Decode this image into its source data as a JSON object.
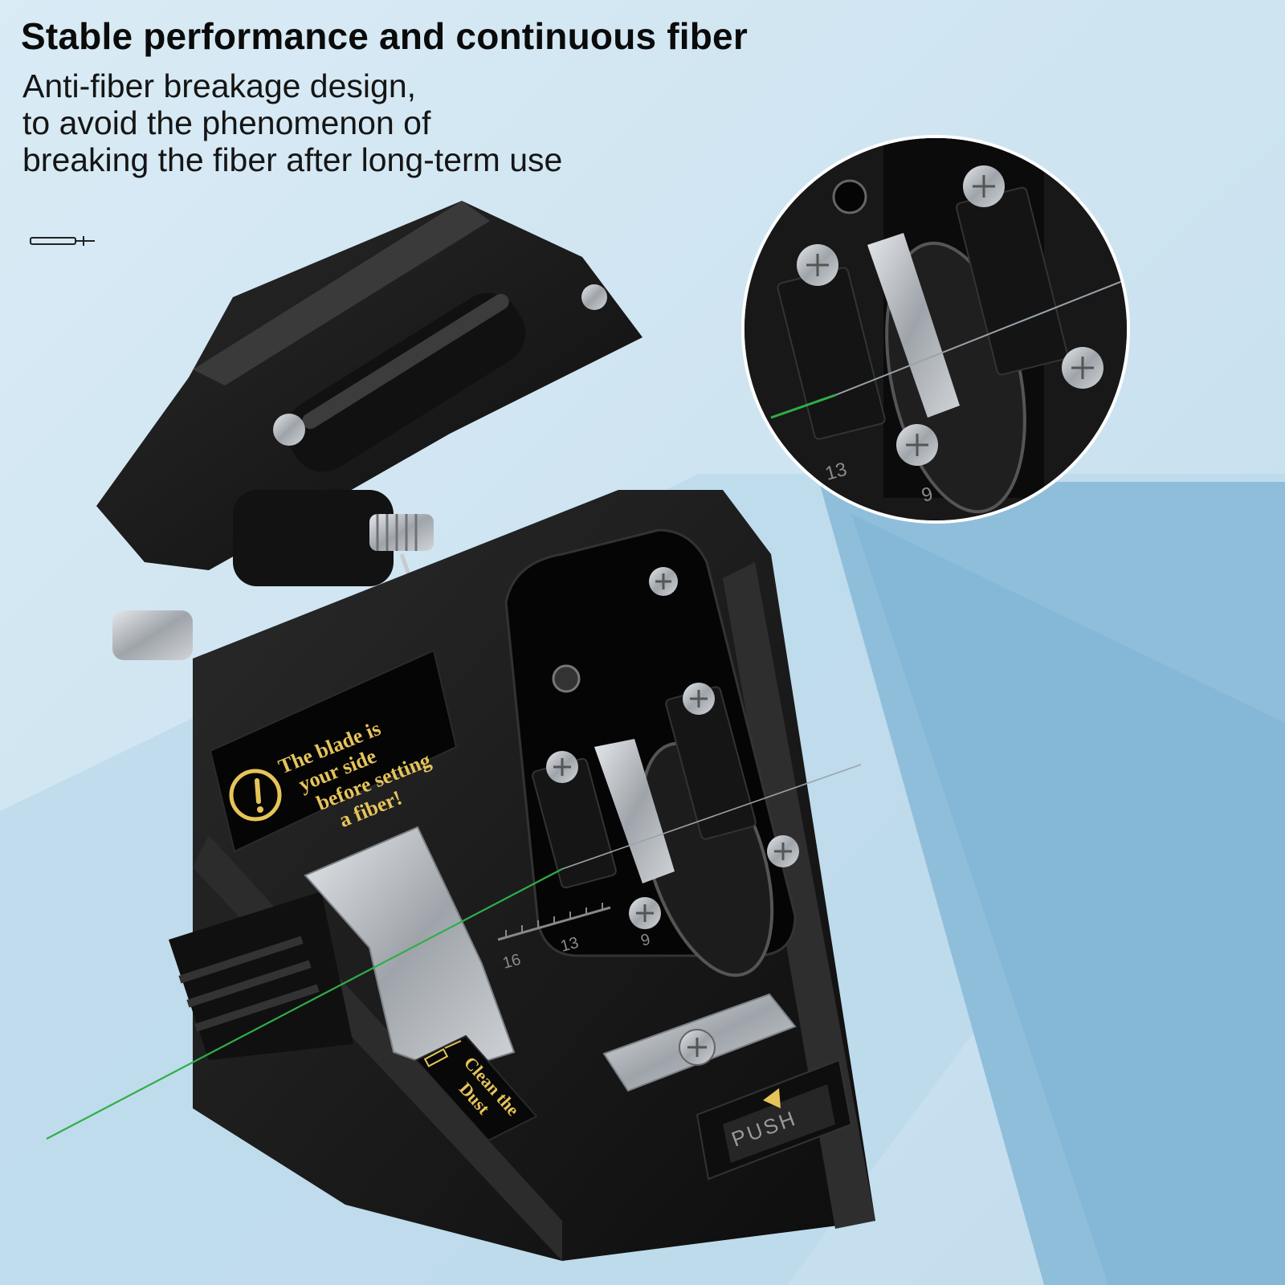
{
  "headline": "Stable performance and continuous fiber",
  "description_lines": [
    "Anti-fiber breakage design,",
    "to avoid the phenomenon of",
    "breaking the fiber after long-term use"
  ],
  "warning_label": {
    "lines": [
      "The blade is",
      "your side",
      "before setting",
      "a fiber!"
    ],
    "icon": "exclamation-circle-icon"
  },
  "dust_label": {
    "lines": [
      "Clean the",
      "Dust"
    ],
    "icon": "brush-icon"
  },
  "push_button_label": "PUSH",
  "scale_marks": [
    "16",
    "13",
    "9"
  ],
  "zoom_scale_marks": [
    "13",
    "9"
  ],
  "colors": {
    "background_light": "#d4e6f2",
    "background_band": "#8fbedb",
    "tool_body": "#1a1a1a",
    "label_gold": "#e6c45a",
    "fiber_green": "#2fae48",
    "metal": "#b9bdc2"
  }
}
